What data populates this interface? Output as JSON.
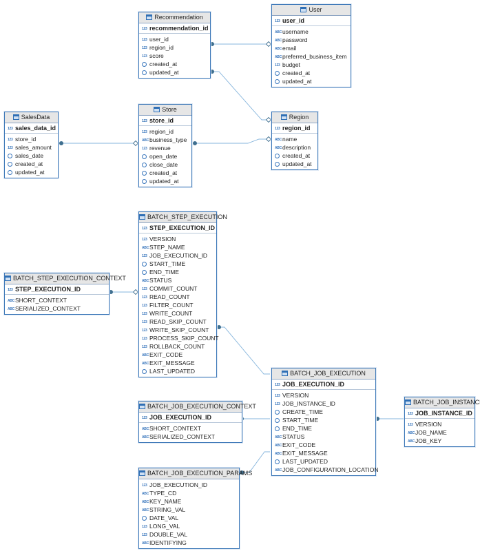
{
  "tables": [
    {
      "id": "recommendation",
      "title": "Recommendation",
      "pk": "recommendation_id",
      "pk_type": "123",
      "columns": [
        {
          "name": "user_id",
          "type": "123"
        },
        {
          "name": "region_id",
          "type": "123"
        },
        {
          "name": "score",
          "type": "123"
        },
        {
          "name": "created_at",
          "type": "date"
        },
        {
          "name": "updated_at",
          "type": "date"
        }
      ]
    },
    {
      "id": "user",
      "title": "User",
      "pk": "user_id",
      "pk_type": "123",
      "columns": [
        {
          "name": "username",
          "type": "ABC"
        },
        {
          "name": "password",
          "type": "ABC"
        },
        {
          "name": "email",
          "type": "ABC"
        },
        {
          "name": "preferred_business_item",
          "type": "ABC"
        },
        {
          "name": "budget",
          "type": "123"
        },
        {
          "name": "created_at",
          "type": "date"
        },
        {
          "name": "updated_at",
          "type": "date"
        }
      ]
    },
    {
      "id": "salesdata",
      "title": "SalesData",
      "pk": "sales_data_id",
      "pk_type": "123",
      "columns": [
        {
          "name": "store_id",
          "type": "123"
        },
        {
          "name": "sales_amount",
          "type": "123"
        },
        {
          "name": "sales_date",
          "type": "date"
        },
        {
          "name": "created_at",
          "type": "date"
        },
        {
          "name": "updated_at",
          "type": "date"
        }
      ]
    },
    {
      "id": "store",
      "title": "Store",
      "pk": "store_id",
      "pk_type": "123",
      "columns": [
        {
          "name": "region_id",
          "type": "123"
        },
        {
          "name": "business_type",
          "type": "ABC"
        },
        {
          "name": "revenue",
          "type": "123"
        },
        {
          "name": "open_date",
          "type": "date"
        },
        {
          "name": "close_date",
          "type": "date"
        },
        {
          "name": "created_at",
          "type": "date"
        },
        {
          "name": "updated_at",
          "type": "date"
        }
      ]
    },
    {
      "id": "region",
      "title": "Region",
      "pk": "region_id",
      "pk_type": "123",
      "columns": [
        {
          "name": "name",
          "type": "ABC"
        },
        {
          "name": "description",
          "type": "ABC"
        },
        {
          "name": "created_at",
          "type": "date"
        },
        {
          "name": "updated_at",
          "type": "date"
        }
      ]
    },
    {
      "id": "batch_step_execution",
      "title": "BATCH_STEP_EXECUTION",
      "pk": "STEP_EXECUTION_ID",
      "pk_type": "123",
      "columns": [
        {
          "name": "VERSION",
          "type": "123"
        },
        {
          "name": "STEP_NAME",
          "type": "ABC"
        },
        {
          "name": "JOB_EXECUTION_ID",
          "type": "123"
        },
        {
          "name": "START_TIME",
          "type": "date"
        },
        {
          "name": "END_TIME",
          "type": "date"
        },
        {
          "name": "STATUS",
          "type": "ABC"
        },
        {
          "name": "COMMIT_COUNT",
          "type": "123"
        },
        {
          "name": "READ_COUNT",
          "type": "123"
        },
        {
          "name": "FILTER_COUNT",
          "type": "123"
        },
        {
          "name": "WRITE_COUNT",
          "type": "123"
        },
        {
          "name": "READ_SKIP_COUNT",
          "type": "123"
        },
        {
          "name": "WRITE_SKIP_COUNT",
          "type": "123"
        },
        {
          "name": "PROCESS_SKIP_COUNT",
          "type": "123"
        },
        {
          "name": "ROLLBACK_COUNT",
          "type": "123"
        },
        {
          "name": "EXIT_CODE",
          "type": "ABC"
        },
        {
          "name": "EXIT_MESSAGE",
          "type": "ABC"
        },
        {
          "name": "LAST_UPDATED",
          "type": "date"
        }
      ]
    },
    {
      "id": "batch_step_execution_context",
      "title": "BATCH_STEP_EXECUTION_CONTEXT",
      "pk": "STEP_EXECUTION_ID",
      "pk_type": "123",
      "columns": [
        {
          "name": "SHORT_CONTEXT",
          "type": "ABC"
        },
        {
          "name": "SERIALIZED_CONTEXT",
          "type": "ABC"
        }
      ]
    },
    {
      "id": "batch_job_execution",
      "title": "BATCH_JOB_EXECUTION",
      "pk": "JOB_EXECUTION_ID",
      "pk_type": "123",
      "columns": [
        {
          "name": "VERSION",
          "type": "123"
        },
        {
          "name": "JOB_INSTANCE_ID",
          "type": "123"
        },
        {
          "name": "CREATE_TIME",
          "type": "date"
        },
        {
          "name": "START_TIME",
          "type": "date"
        },
        {
          "name": "END_TIME",
          "type": "date"
        },
        {
          "name": "STATUS",
          "type": "ABC"
        },
        {
          "name": "EXIT_CODE",
          "type": "ABC"
        },
        {
          "name": "EXIT_MESSAGE",
          "type": "ABC"
        },
        {
          "name": "LAST_UPDATED",
          "type": "date"
        },
        {
          "name": "JOB_CONFIGURATION_LOCATION",
          "type": "ABC"
        }
      ]
    },
    {
      "id": "batch_job_instance",
      "title": "BATCH_JOB_INSTANCE",
      "pk": "JOB_INSTANCE_ID",
      "pk_type": "123",
      "columns": [
        {
          "name": "VERSION",
          "type": "123"
        },
        {
          "name": "JOB_NAME",
          "type": "ABC"
        },
        {
          "name": "JOB_KEY",
          "type": "ABC"
        }
      ]
    },
    {
      "id": "batch_job_execution_context",
      "title": "BATCH_JOB_EXECUTION_CONTEXT",
      "pk": "JOB_EXECUTION_ID",
      "pk_type": "123",
      "columns": [
        {
          "name": "SHORT_CONTEXT",
          "type": "ABC"
        },
        {
          "name": "SERIALIZED_CONTEXT",
          "type": "ABC"
        }
      ]
    },
    {
      "id": "batch_job_execution_params",
      "title": "BATCH_JOB_EXECUTION_PARAMS",
      "pk": "",
      "pk_type": "",
      "columns": [
        {
          "name": "JOB_EXECUTION_ID",
          "type": "123"
        },
        {
          "name": "TYPE_CD",
          "type": "ABC"
        },
        {
          "name": "KEY_NAME",
          "type": "ABC"
        },
        {
          "name": "STRING_VAL",
          "type": "ABC"
        },
        {
          "name": "DATE_VAL",
          "type": "date"
        },
        {
          "name": "LONG_VAL",
          "type": "123"
        },
        {
          "name": "DOUBLE_VAL",
          "type": "123"
        },
        {
          "name": "IDENTIFYING",
          "type": "ABC"
        }
      ]
    }
  ],
  "relations": [
    {
      "from": "recommendation",
      "to": "user"
    },
    {
      "from": "recommendation",
      "to": "region"
    },
    {
      "from": "salesdata",
      "to": "store"
    },
    {
      "from": "store",
      "to": "region"
    },
    {
      "from": "batch_step_execution_context",
      "to": "batch_step_execution"
    },
    {
      "from": "batch_step_execution",
      "to": "batch_job_execution"
    },
    {
      "from": "batch_job_execution_context",
      "to": "batch_job_execution"
    },
    {
      "from": "batch_job_execution_params",
      "to": "batch_job_execution"
    },
    {
      "from": "batch_job_execution",
      "to": "batch_job_instance"
    }
  ],
  "colors": {
    "border": "#3d78b8",
    "link": "#7fb0d8",
    "accent": "#3f6f8f",
    "header": "#e6e6e6"
  }
}
